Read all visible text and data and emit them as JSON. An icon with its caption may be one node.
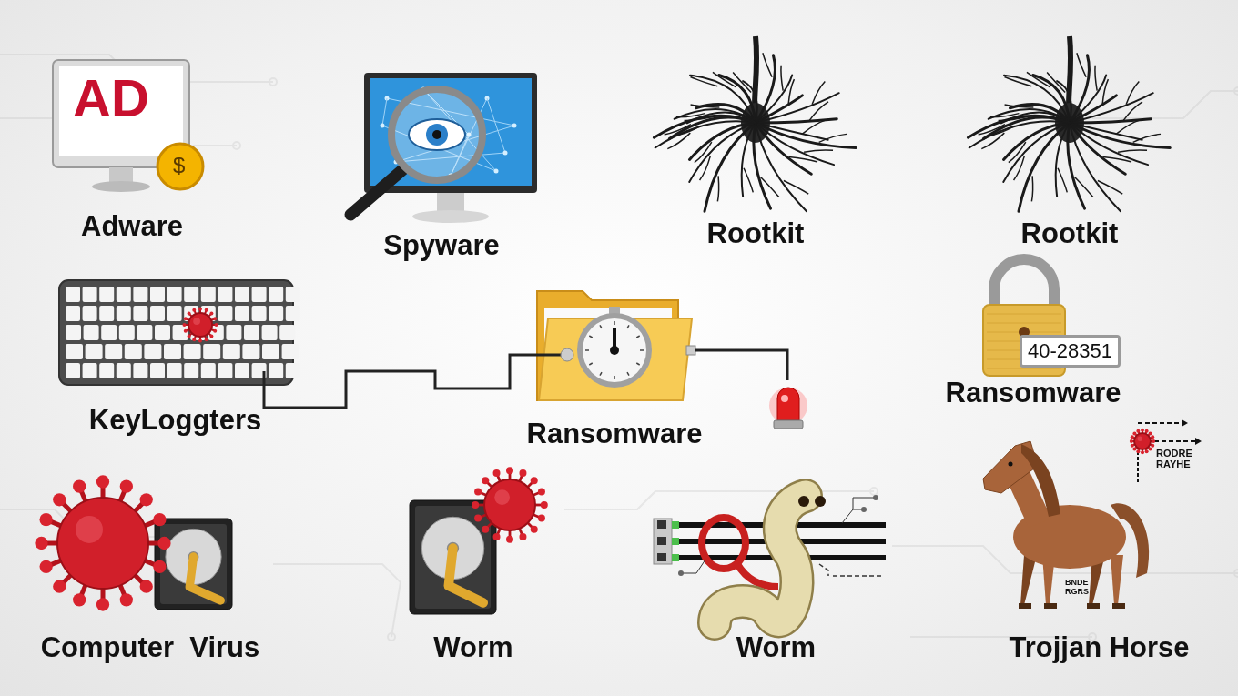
{
  "diagram": {
    "nodes": [
      {
        "text": [
          "Adware"
        ]
      },
      {
        "text": [
          "Spyware"
        ]
      },
      {
        "text": [
          "Rootkit"
        ]
      },
      {
        "text": [
          "Rootkit"
        ]
      },
      {
        "text": [
          "KeyLoggters"
        ]
      },
      {
        "text": [
          "Ransomware"
        ]
      },
      {
        "text": [],
        "shape": "picture"
      },
      {
        "text": [
          "Ransomware"
        ]
      },
      {
        "text": [
          "Computer  Virus"
        ]
      },
      {
        "text": [
          "Worm"
        ]
      },
      {
        "text": [
          "Worm"
        ]
      },
      {
        "text": [
          "Trojjan Horse"
        ]
      }
    ],
    "edges": [
      {
        "from": 4,
        "to": 5,
        "arrow": "none"
      },
      {
        "from": 5,
        "to": 6,
        "arrow": "none"
      }
    ],
    "labels": [
      "AD",
      "$",
      "40-28351",
      "RODRE RAYHE",
      "BNDE RGRS"
    ]
  }
}
